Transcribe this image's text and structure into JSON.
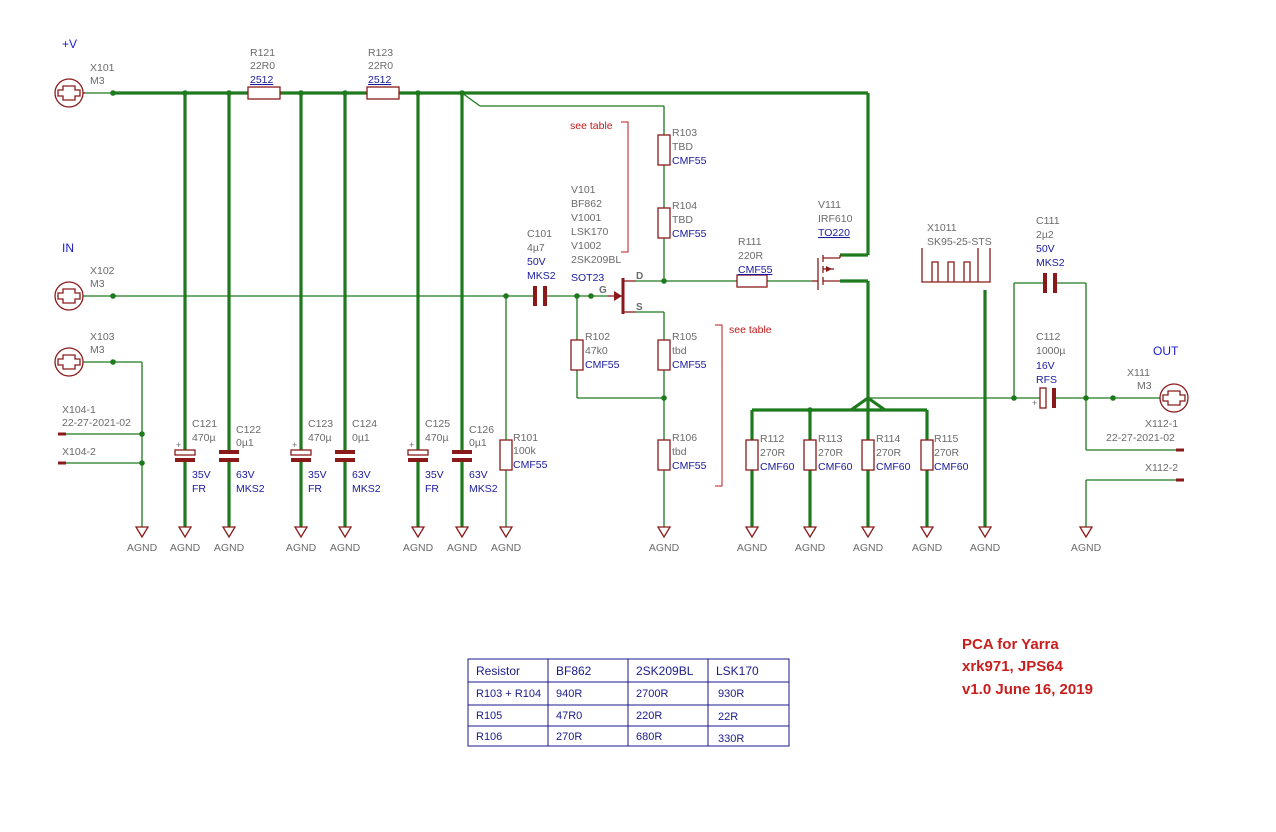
{
  "nets": {
    "vplus": "+V",
    "in": "IN",
    "out": "OUT"
  },
  "ground_label": "AGND",
  "pins": {
    "g": "G",
    "d": "D",
    "s": "S"
  },
  "notes": {
    "see_table": "see table"
  },
  "parts": {
    "x101": {
      "ref": "X101",
      "value": "M3"
    },
    "x102": {
      "ref": "X102",
      "value": "M3"
    },
    "x103": {
      "ref": "X103",
      "value": "M3"
    },
    "x104_1": {
      "ref": "X104-1",
      "value": "22-27-2021-02"
    },
    "x104_2": {
      "ref": "X104-2"
    },
    "r121": {
      "ref": "R121",
      "value": "22R0",
      "package": "2512"
    },
    "r123": {
      "ref": "R123",
      "value": "22R0",
      "package": "2512"
    },
    "c121": {
      "ref": "C121",
      "value": "470µ",
      "voltage": "35V",
      "type": "FR"
    },
    "c122": {
      "ref": "C122",
      "value": "0µ1",
      "voltage": "63V",
      "type": "MKS2"
    },
    "c123": {
      "ref": "C123",
      "value": "470µ",
      "voltage": "35V",
      "type": "FR"
    },
    "c124": {
      "ref": "C124",
      "value": "0µ1",
      "voltage": "63V",
      "type": "MKS2"
    },
    "c125": {
      "ref": "C125",
      "value": "470µ",
      "voltage": "35V",
      "type": "FR"
    },
    "c126": {
      "ref": "C126",
      "value": "0µ1",
      "voltage": "63V",
      "type": "MKS2"
    },
    "r101": {
      "ref": "R101",
      "value": "100k",
      "package": "CMF55"
    },
    "c101": {
      "ref": "C101",
      "value": "4µ7",
      "voltage": "50V",
      "type": "MKS2"
    },
    "v101": {
      "ref": "V101",
      "value": "BF862",
      "package": "SOT23"
    },
    "v1001": {
      "ref": "V1001",
      "value": "LSK170"
    },
    "v1002": {
      "ref": "V1002",
      "value": "2SK209BL"
    },
    "r102": {
      "ref": "R102",
      "value": "47k0",
      "package": "CMF55"
    },
    "r103": {
      "ref": "R103",
      "value": "TBD",
      "package": "CMF55"
    },
    "r104": {
      "ref": "R104",
      "value": "TBD",
      "package": "CMF55"
    },
    "r105": {
      "ref": "R105",
      "value": "tbd",
      "package": "CMF55"
    },
    "r106": {
      "ref": "R106",
      "value": "tbd",
      "package": "CMF55"
    },
    "r111": {
      "ref": "R111",
      "value": "220R",
      "package": "CMF55"
    },
    "v111": {
      "ref": "V111",
      "value": "IRF610",
      "package": "TO220"
    },
    "x1011": {
      "ref": "X1011",
      "value": "SK95-25-STS"
    },
    "r112": {
      "ref": "R112",
      "value": "270R",
      "package": "CMF60"
    },
    "r113": {
      "ref": "R113",
      "value": "270R",
      "package": "CMF60"
    },
    "r114": {
      "ref": "R114",
      "value": "270R",
      "package": "CMF60"
    },
    "r115": {
      "ref": "R115",
      "value": "270R",
      "package": "CMF60"
    },
    "c111": {
      "ref": "C111",
      "value": "2µ2",
      "voltage": "50V",
      "type": "MKS2"
    },
    "c112": {
      "ref": "C112",
      "value": "1000µ",
      "voltage": "16V",
      "type": "RFS"
    },
    "x111": {
      "ref": "X111",
      "value": "M3"
    },
    "x112_1": {
      "ref": "X112-1",
      "value": "22-27-2021-02"
    },
    "x112_2": {
      "ref": "X112-2"
    }
  },
  "table": {
    "headers": [
      "Resistor",
      "BF862",
      "2SK209BL",
      "LSK170"
    ],
    "rows": [
      [
        "R103 + R104",
        "940R",
        "2700R",
        "930R"
      ],
      [
        "R105",
        "47R0",
        "220R",
        "22R"
      ],
      [
        "R106",
        "270R",
        "680R",
        "330R"
      ]
    ]
  },
  "title_block": {
    "line1": "PCA for Yarra",
    "line2": "xrk971, JPS64",
    "line3": "v1.0   June 16, 2019"
  },
  "colors": {
    "wire": "#1d7a1d",
    "part": "#8a1a1a",
    "label": "#6b6b6b",
    "value": "#1a1aa0",
    "note": "#c01818",
    "title": "#c81e1e"
  }
}
